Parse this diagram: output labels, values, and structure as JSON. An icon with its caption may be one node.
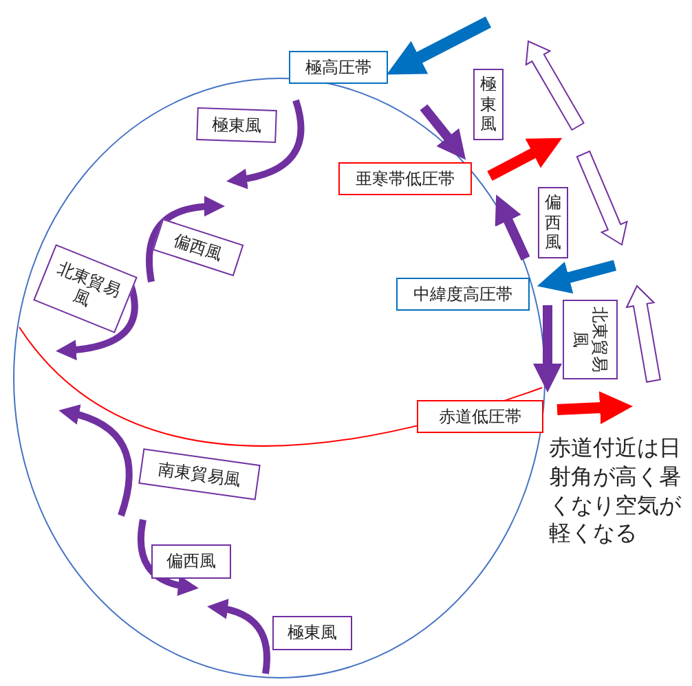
{
  "diagram": {
    "nodes": [
      {
        "text": [
          "極高圧帯"
        ]
      },
      {
        "text": [
          "極東風"
        ]
      },
      {
        "text": [
          "極東風"
        ]
      },
      {
        "text": [
          "亜寒帯低圧帯"
        ]
      },
      {
        "text": [
          "偏西風"
        ]
      },
      {
        "text": [
          "偏西風"
        ]
      },
      {
        "text": [
          "北東貿易風"
        ]
      },
      {
        "text": [
          "中緯度高圧帯"
        ]
      },
      {
        "text": [
          "北東貿易風"
        ]
      },
      {
        "text": [
          "赤道低圧帯"
        ]
      },
      {
        "text": [
          "南東貿易風"
        ]
      },
      {
        "text": [
          "偏西風"
        ]
      },
      {
        "text": [
          "極東風"
        ]
      }
    ],
    "labels": [
      "赤道付近は日射角が高く暑くなり空気が軽くなる"
    ]
  }
}
